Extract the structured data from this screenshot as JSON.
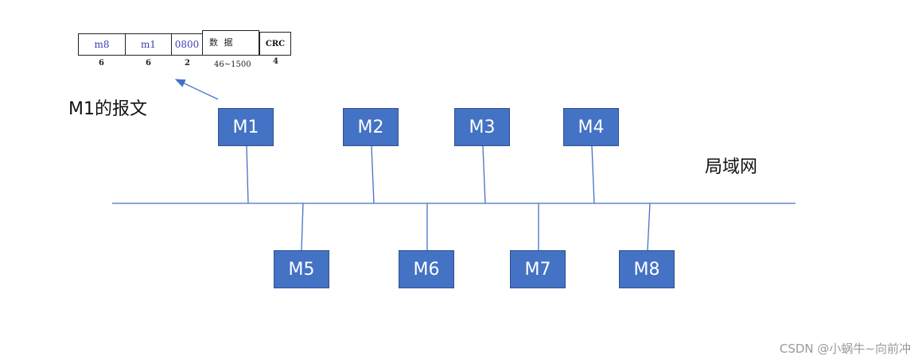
{
  "frame": {
    "fields": [
      {
        "label": "m8",
        "size": "6"
      },
      {
        "label": "m1",
        "size": "6"
      },
      {
        "label": "0800",
        "size": "2"
      },
      {
        "label": "数 据",
        "size": "46~1500"
      },
      {
        "label": "CRC",
        "size": "4"
      }
    ],
    "caption": "M1的报文"
  },
  "lan_label": "局域网",
  "top_nodes": [
    "M1",
    "M2",
    "M3",
    "M4"
  ],
  "bottom_nodes": [
    "M5",
    "M6",
    "M7",
    "M8"
  ],
  "watermark": "CSDN @小蜗牛~向前冲",
  "colors": {
    "node_fill": "#4472c4",
    "line": "#4472c4"
  }
}
